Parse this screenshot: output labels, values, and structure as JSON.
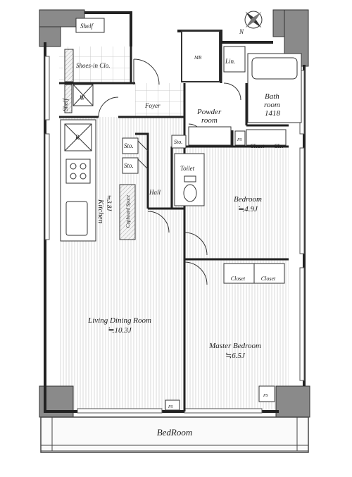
{
  "rooms": {
    "shelf_top": "Shelf",
    "shoes_in_closet": "Shoes-in Clo.",
    "shelf_side": "Shelf",
    "w_label": "W",
    "mb": "MB",
    "linen": "Lin.",
    "bath": "Bath",
    "bath_room": "room",
    "bath_size": "1418",
    "foyer": "Foyer",
    "powder": "Powder",
    "powder_room": "room",
    "refrigerator": "R",
    "sto_1": "Sto.",
    "sto_2": "Sto.",
    "sto_3": "Sto.",
    "ps_1": "PS",
    "closet_a": "Closet",
    "closet_b": "Clo.",
    "toilet": "Toilet",
    "kitchen": "Kitchen",
    "kitchen_area": "≒3.8J",
    "cupboard": "Cupboard Space",
    "hall": "Hall",
    "bedroom": "Bedroom",
    "bedroom_area": "≒4.9J",
    "closet_c": "Closet",
    "closet_d": "Closet",
    "living": "Living Dining Room",
    "living_area": "≒10.3J",
    "master": "Master Bedroom",
    "master_area": "≒6.5J",
    "ps_2": "PS",
    "ps_3": "PS",
    "balcony": "BedRoom"
  },
  "compass_label": "N"
}
